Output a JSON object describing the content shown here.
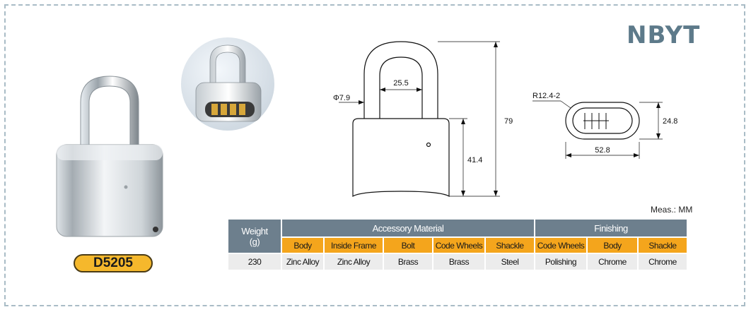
{
  "brand": "NBYT",
  "model": "D5205",
  "meas_note": "Meas.: MM",
  "dimensions": {
    "shackle_inner_width": "25.5",
    "shackle_diameter": "Φ7.9",
    "total_height": "79",
    "body_height": "41.4",
    "radius": "R12.4-2",
    "window_height": "24.8",
    "window_width": "52.8"
  },
  "table": {
    "weight_header_line1": "Weight",
    "weight_header_line2": "(g)",
    "accessory_header": "Accessory Material",
    "finishing_header": "Finishing",
    "accessory_cols": [
      "Body",
      "Inside Frame",
      "Bolt",
      "Code Wheels",
      "Shackle"
    ],
    "finishing_cols": [
      "Code Wheels",
      "Body",
      "Shackle"
    ],
    "weight_value": "230",
    "accessory_values": [
      "Zinc Alloy",
      "Zinc Alloy",
      "Brass",
      "Brass",
      "Steel"
    ],
    "finishing_values": [
      "Polishing",
      "Chrome",
      "Chrome"
    ]
  },
  "colors": {
    "header_bg": "#6d7f8d",
    "subheader_bg": "#f4a51c",
    "badge_bg": "#f5b82c",
    "brand": "#5d7a8a"
  }
}
